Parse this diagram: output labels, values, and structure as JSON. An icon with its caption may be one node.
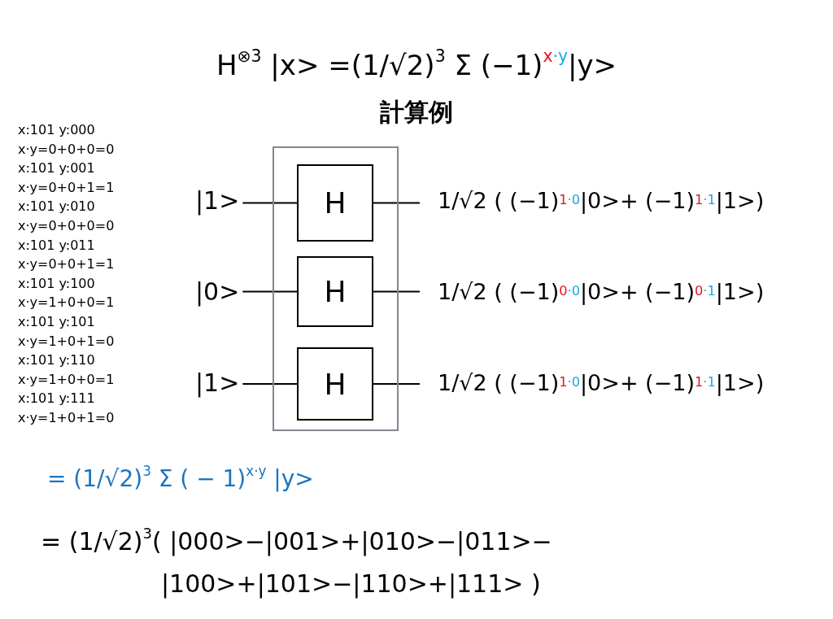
{
  "diagram": {
    "title": "H$^{⊗3}$ |x> =(1/√2)$^{3}$ Σ (−1)$^{x·y}$|y>",
    "nodes": [
      {
        "text": [
          "|1>"
        ]
      },
      {
        "text": [
          "|0>"
        ]
      },
      {
        "text": [
          "|1>"
        ]
      },
      {
        "text": [],
        "shape": "box"
      },
      {
        "text": [
          "H"
        ],
        "in": 3
      },
      {
        "text": [
          "H"
        ],
        "in": 3
      },
      {
        "text": [
          "H"
        ],
        "in": 3
      },
      {
        "text": [
          "1/√2 ( (−1)$^{1·0}$|0>+ (−1)$^{1·1}$|1>)"
        ]
      },
      {
        "text": [
          "1/√2 ( (−1)$^{0·0}$|0>+ (−1)$^{0·1}$|1>)"
        ]
      },
      {
        "text": [
          "1/√2 ( (−1)$^{1·0}$|0>+ (−1)$^{1·1}$|1>)"
        ]
      }
    ],
    "edges": [
      {
        "from": 0,
        "to": 4,
        "arrow": "none"
      },
      {
        "from": 1,
        "to": 5,
        "arrow": "none"
      },
      {
        "from": 2,
        "to": 6,
        "arrow": "none"
      },
      {
        "from": 4,
        "to": 7,
        "arrow": "none"
      },
      {
        "from": 5,
        "to": 8,
        "arrow": "none"
      },
      {
        "from": 6,
        "to": 9,
        "arrow": "none"
      }
    ],
    "labels": [
      "計算例",
      "x:101 y:000",
      "x·y=0+0+0=0",
      "x:101 y:001",
      "x·y=0+0+1=1",
      "x:101 y:010",
      "x·y=0+0+0=0",
      "x:101 y:011",
      "x·y=0+0+1=1",
      "x:101 y:100",
      "x·y=1+0+0=1",
      "x:101 y:101",
      "x·y=1+0+1=0",
      "x:101 y:110",
      "x·y=1+0+0=1",
      "x:101 y:111",
      "x·y=1+0+1=0",
      "= (1/√2)$^{3}$ Σ ( − 1)$^{x·y}$ |y>",
      "= (1/√2)$^{3}$( |000>−|001>+|010>−|011>− |100>+|101>−|110>+|111> )"
    ]
  }
}
